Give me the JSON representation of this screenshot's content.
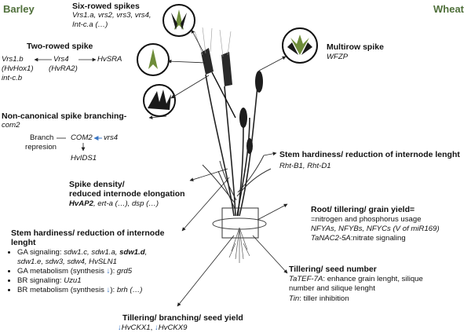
{
  "captions": {
    "left": "Barley",
    "right": "Wheat"
  },
  "six_rowed": {
    "title": "Six-rowed spikes",
    "line1": "Vrs1.a, vrs2, vrs3, vrs4,",
    "line2": "Int-c.a (…)"
  },
  "two_rowed": {
    "title": "Two-rowed spike",
    "vrs1b": "Vrs1.b",
    "hvhox1": "(HvHox1)",
    "intcb": "int-c.b",
    "vrs4": "Vrs4",
    "hvra2": "(HvRA2)",
    "hvsra": "HvSRA"
  },
  "noncanon": {
    "title": "Non-canonical spike branching-",
    "gene": "com2",
    "branch_label": "Branch",
    "repression_label": "represion",
    "com2": "COM2",
    "vrs4": "vrs4",
    "hvids1": "HvIDS1"
  },
  "multirow": {
    "title": "Multirow spike",
    "gene": "WFZP"
  },
  "stem_wheat": {
    "title": "Stem hardiness/ reduction of internode lenght",
    "genes": "Rht-B1, Rht-D1"
  },
  "spike_density": {
    "title1": "Spike density/",
    "title2": "reduced internode elongation",
    "hvap2": "HvAP2",
    "genes_rest": ", ert-a (…), dsp (…)"
  },
  "root": {
    "title": "Root/ tillering/ grain yield=",
    "line1": "=nitrogen and phosphorus usage",
    "line2": "NFYAs, NFYBs, NFYCs (V of miR169)",
    "line3_gene": "TaNAC2-5A",
    "line3_text": ":nitrate signaling"
  },
  "stem_barley": {
    "title1": "Stem hardiness/ reduction of internode",
    "title2": "lenght",
    "items": [
      {
        "label": "GA signaling: ",
        "genes_a": "sdw1.c, sdw1.a, ",
        "genes_bold": "sdw1.d",
        "genes_b": ",",
        "cont": "sdw1.e, sdw3, sdw4, HvSLN1"
      },
      {
        "label": "GA metabolism (synthesis ",
        "arrow": "↓",
        "after": "): ",
        "gene": "grd5"
      },
      {
        "label": "BR signaling: ",
        "gene": "Uzu1"
      },
      {
        "label": "BR metabolism (synthesis ",
        "arrow": "↓",
        "after": "): ",
        "gene": "brh (…)"
      }
    ]
  },
  "tillering_seed": {
    "title": "Tillering/ seed number",
    "gene1": "TaTEF-7A",
    "text1": ": enhance grain lenght, silique",
    "text2": "number and silique lenght",
    "gene2": "Tin",
    "text3": ": tiller inhibition"
  },
  "tillering_branch": {
    "title": "Tillering/ branching/ seed yield",
    "arrow": "↓",
    "gene1": "HvCKX1",
    "sep": ", ",
    "gene2": "HvCKX9"
  },
  "colors": {
    "arrow_blue": "#3a76c4",
    "caption_green": "#4f6f3a",
    "spike_green": "#6e8c3a",
    "spike_dark": "#1a1a1a"
  }
}
